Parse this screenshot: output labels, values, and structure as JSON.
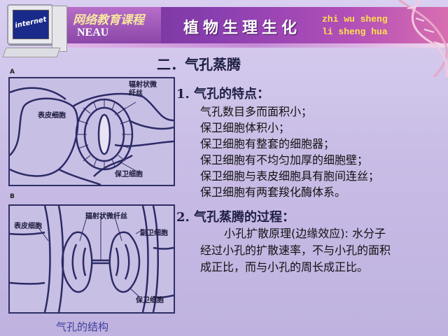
{
  "header": {
    "screen_text": "internet",
    "course_name": "网络教育课程",
    "school": "NEAU",
    "title": "植物生理生化",
    "pinyin_line1": "zhi wu sheng",
    "pinyin_line2": "li sheng hua"
  },
  "section_title": "二．气孔蒸腾",
  "figure": {
    "panel_a_letter": "A",
    "panel_b_letter": "B",
    "a_label_fiber": "辐射状微纤丝",
    "a_label_epidermal": "表皮细胞",
    "a_label_guard": "保卫细胞",
    "b_label_fiber": "辐射状微纤丝",
    "b_label_epidermal": "表皮细胞",
    "b_label_subsidiary": "副卫细胞",
    "b_label_guard": "保卫细胞",
    "caption": "气孔的结构"
  },
  "point1": {
    "heading": "1. 气孔的特点：",
    "items": [
      "气孔数目多而面积小；",
      "保卫细胞体积小；",
      "保卫细胞有整套的细胞器；",
      "保卫细胞有不均匀加厚的细胞壁；",
      "保卫细胞与表皮细胞具有胞间连丝；",
      "保卫细胞有两套羧化酶体系。"
    ]
  },
  "point2": {
    "heading": "2. 气孔蒸腾的过程：",
    "line1": "小孔扩散原理(边缘效应): 水分子",
    "line2": "经过小孔的扩散速率，不与小孔的面积",
    "line3": "成正比，而与小孔的周长成正比。"
  },
  "colors": {
    "header_bar": "#8a3fb0",
    "pinyin": "#ffe14a",
    "caption": "#3f3f9a",
    "background": "#c9bde6"
  }
}
